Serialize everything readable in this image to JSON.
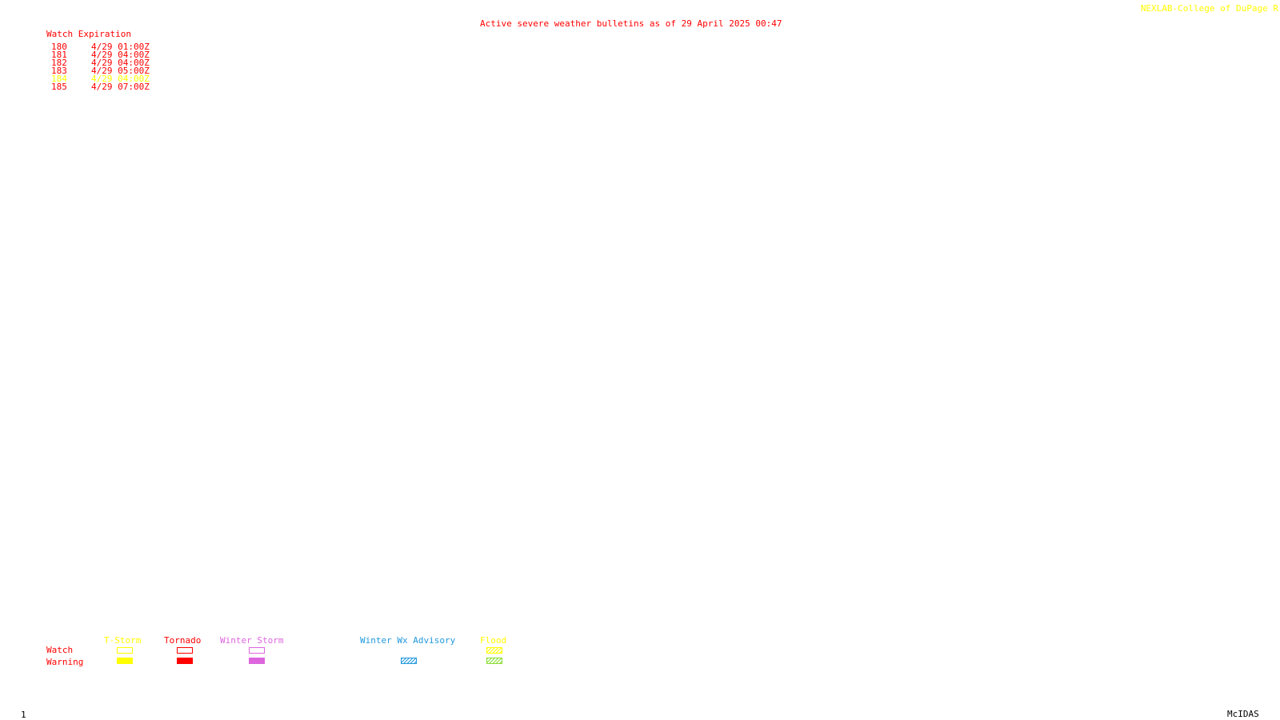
{
  "header": {
    "credit": "NEXLAB-College of DuPage R",
    "title": "Active severe weather bulletins as of 29 April 2025 00:47"
  },
  "watch_table": {
    "header": "Watch Expiration",
    "rows": [
      {
        "id": "180",
        "expiration": "4/29 01:00Z",
        "color": "#ff0000"
      },
      {
        "id": "181",
        "expiration": "4/29 04:00Z",
        "color": "#ff0000"
      },
      {
        "id": "182",
        "expiration": "4/29 04:00Z",
        "color": "#ff0000"
      },
      {
        "id": "183",
        "expiration": "4/29 05:00Z",
        "color": "#ff0000"
      },
      {
        "id": "184",
        "expiration": "4/29 04:00Z",
        "color": "#ffff00"
      },
      {
        "id": "185",
        "expiration": "4/29 07:00Z",
        "color": "#ff0000"
      }
    ]
  },
  "legend": {
    "row_labels": {
      "watch": "Watch",
      "warning": "Warning"
    },
    "categories": [
      {
        "name": "T-Storm",
        "color": "#ffff00",
        "watch_style": "outline",
        "warning_style": "solid"
      },
      {
        "name": "Tornado",
        "color": "#ff0000",
        "watch_style": "outline",
        "warning_style": "solid"
      },
      {
        "name": "Winter Storm",
        "color": "#dd66dd",
        "watch_style": "outline",
        "warning_style": "solid"
      },
      {
        "name": "Winter Wx Advisory",
        "color": "#2299dd",
        "watch_style": "none",
        "warning_style": "hatched"
      },
      {
        "name": "Flood",
        "color": "#ffff00",
        "watch_style": "hatched",
        "warning_style": "hatched",
        "warning_color": "#88dd33"
      }
    ]
  },
  "footer": {
    "frame_number": "1",
    "software": "McIDAS"
  },
  "colors": {
    "red": "#ff0000",
    "yellow": "#ffff00",
    "black": "#000000",
    "background": "#ffffff"
  }
}
